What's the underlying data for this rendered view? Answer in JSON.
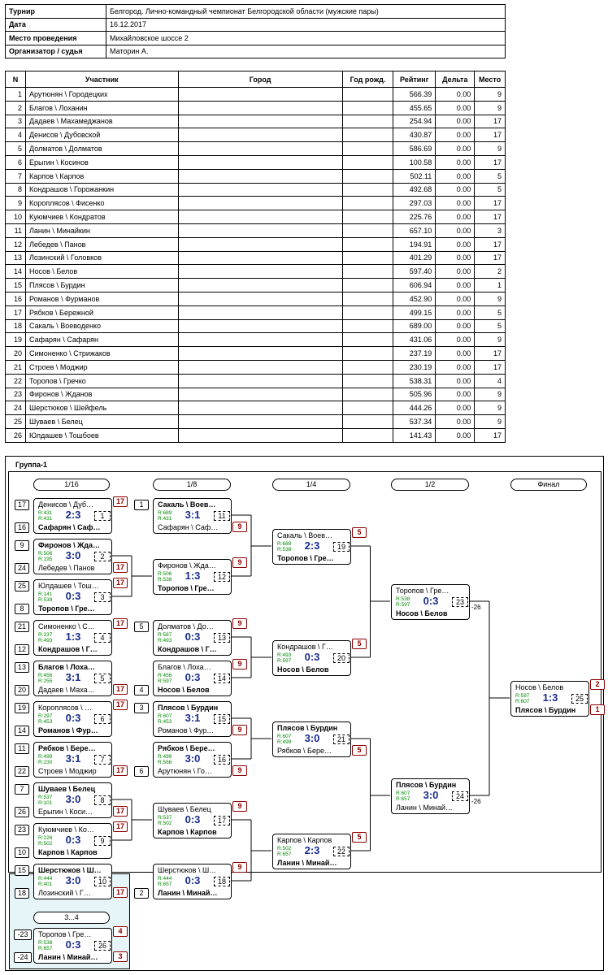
{
  "info": {
    "rows": [
      {
        "label": "Турнир",
        "value": "Белгород. Лично-командный чемпионат Белгородской области (мужские пары)"
      },
      {
        "label": "Дата",
        "value": "16.12.2017"
      },
      {
        "label": "Место проведения",
        "value": "Михайловское шоссе 2"
      },
      {
        "label": "Организатор / судья",
        "value": "Маторин А."
      }
    ]
  },
  "participants": {
    "headers": [
      "N",
      "Участник",
      "Город",
      "Год рожд.",
      "Рейтинг",
      "Дельта",
      "Место"
    ],
    "rows": [
      [
        "1",
        "Арутюнян \\ Городецких",
        "",
        "",
        "566.39",
        "0.00",
        "9"
      ],
      [
        "2",
        "Благов \\ Лоханин",
        "",
        "",
        "455.65",
        "0.00",
        "9"
      ],
      [
        "3",
        "Дадаев \\ Махамеджанов",
        "",
        "",
        "254.94",
        "0.00",
        "17"
      ],
      [
        "4",
        "Денисов \\ Дубовской",
        "",
        "",
        "430.87",
        "0.00",
        "17"
      ],
      [
        "5",
        "Долматов \\ Долматов",
        "",
        "",
        "586.69",
        "0.00",
        "9"
      ],
      [
        "6",
        "Ерыгин \\ Косинов",
        "",
        "",
        "100.58",
        "0.00",
        "17"
      ],
      [
        "7",
        "Карпов \\ Карпов",
        "",
        "",
        "502.11",
        "0.00",
        "5"
      ],
      [
        "8",
        "Кондрашов \\ Горожанкин",
        "",
        "",
        "492.68",
        "0.00",
        "5"
      ],
      [
        "9",
        "Короплясов \\ Фисенко",
        "",
        "",
        "297.03",
        "0.00",
        "17"
      ],
      [
        "10",
        "Куюмчиев \\ Кондратов",
        "",
        "",
        "225.76",
        "0.00",
        "17"
      ],
      [
        "11",
        "Ланин \\ Минайкин",
        "",
        "",
        "657.10",
        "0.00",
        "3"
      ],
      [
        "12",
        "Лебедев \\ Панов",
        "",
        "",
        "194.91",
        "0.00",
        "17"
      ],
      [
        "13",
        "Лозинский \\ Головков",
        "",
        "",
        "401.29",
        "0.00",
        "17"
      ],
      [
        "14",
        "Носов \\ Белов",
        "",
        "",
        "597.40",
        "0.00",
        "2"
      ],
      [
        "15",
        "Плясов \\ Бурдин",
        "",
        "",
        "606.94",
        "0.00",
        "1"
      ],
      [
        "16",
        "Романов \\ Фурманов",
        "",
        "",
        "452.90",
        "0.00",
        "9"
      ],
      [
        "17",
        "Рябков \\ Бережной",
        "",
        "",
        "499.15",
        "0.00",
        "5"
      ],
      [
        "18",
        "Сакаль \\ Воеводенко",
        "",
        "",
        "689.00",
        "0.00",
        "5"
      ],
      [
        "19",
        "Сафарян \\ Сафарян",
        "",
        "",
        "431.06",
        "0.00",
        "9"
      ],
      [
        "20",
        "Симоненко \\ Стрижаков",
        "",
        "",
        "237.19",
        "0.00",
        "17"
      ],
      [
        "21",
        "Строев \\ Моджир",
        "",
        "",
        "230.19",
        "0.00",
        "17"
      ],
      [
        "22",
        "Торопов \\ Гречко",
        "",
        "",
        "538.31",
        "0.00",
        "4"
      ],
      [
        "23",
        "Фиронов \\ Жданов",
        "",
        "",
        "505.96",
        "0.00",
        "9"
      ],
      [
        "24",
        "Шерстюков \\ Шейфель",
        "",
        "",
        "444.26",
        "0.00",
        "9"
      ],
      [
        "25",
        "Шуваев \\ Белец",
        "",
        "",
        "537.34",
        "0.00",
        "9"
      ],
      [
        "26",
        "Юлдашев \\ Тошбоев",
        "",
        "",
        "141.43",
        "0.00",
        "17"
      ]
    ]
  },
  "group": {
    "title": "Группа-1",
    "rounds": [
      "1/16",
      "1/8",
      "1/4",
      "1/2",
      "Финал"
    ],
    "consolation_title": "3...4",
    "matches": [
      {
        "id": "m1",
        "num": "1",
        "p1": "Денисов \\ Дуб…",
        "p2": "Сафарян \\ Саф…",
        "r1": "R:431",
        "r2": "R:431",
        "score": "2:3",
        "win": 2
      },
      {
        "id": "m2",
        "num": "2",
        "p1": "Фиронов \\ Жда…",
        "p2": "Лебедев \\ Панов",
        "r1": "R:506",
        "r2": "R:195",
        "score": "3:0",
        "win": 1
      },
      {
        "id": "m3",
        "num": "3",
        "p1": "Юлдашев \\ Тош…",
        "p2": "Торопов \\ Гре…",
        "r1": "R:141",
        "r2": "R:538",
        "score": "0:3",
        "win": 2
      },
      {
        "id": "m4",
        "num": "4",
        "p1": "Симоненко \\ С…",
        "p2": "Кондрашов \\ Г…",
        "r1": "R:237",
        "r2": "R:493",
        "score": "1:3",
        "win": 2
      },
      {
        "id": "m5",
        "num": "5",
        "p1": "Благов \\ Лоха…",
        "p2": "Дадаев \\ Маха…",
        "r1": "R:456",
        "r2": "R:255",
        "score": "3:1",
        "win": 1
      },
      {
        "id": "m6",
        "num": "6",
        "p1": "Короплясов \\ …",
        "p2": "Романов \\ Фур…",
        "r1": "R:297",
        "r2": "R:453",
        "score": "0:3",
        "win": 2
      },
      {
        "id": "m7",
        "num": "7",
        "p1": "Рябков \\ Бере…",
        "p2": "Строев \\ Моджир",
        "r1": "R:499",
        "r2": "R:230",
        "score": "3:1",
        "win": 1
      },
      {
        "id": "m8",
        "num": "8",
        "p1": "Шуваев \\ Белец",
        "p2": "Ерыгин \\ Коси…",
        "r1": "R:537",
        "r2": "R:101",
        "score": "3:0",
        "win": 1
      },
      {
        "id": "m9",
        "num": "9",
        "p1": "Куюмчиев \\ Ко…",
        "p2": "Карпов \\ Карпов",
        "r1": "R:226",
        "r2": "R:502",
        "score": "0:3",
        "win": 2
      },
      {
        "id": "m10",
        "num": "10",
        "p1": "Шерстюков \\ Ш…",
        "p2": "Лозинский \\ Г…",
        "r1": "R:444",
        "r2": "R:401",
        "score": "3:0",
        "win": 1
      },
      {
        "id": "m11",
        "num": "11",
        "p1": "Сакаль \\ Воев…",
        "p2": "Сафарян \\ Саф…",
        "r1": "R:689",
        "r2": "R:431",
        "score": "3:1",
        "win": 1
      },
      {
        "id": "m12",
        "num": "12",
        "p1": "Фиронов \\ Жда…",
        "p2": "Торопов \\ Гре…",
        "r1": "R:506",
        "r2": "R:538",
        "score": "1:3",
        "win": 2
      },
      {
        "id": "m13",
        "num": "13",
        "p1": "Долматов \\ До…",
        "p2": "Кондрашов \\ Г…",
        "r1": "R:587",
        "r2": "R:493",
        "score": "0:3",
        "win": 2
      },
      {
        "id": "m14",
        "num": "14",
        "p1": "Благов \\ Лоха…",
        "p2": "Носов \\ Белов",
        "r1": "R:456",
        "r2": "R:597",
        "score": "0:3",
        "win": 2
      },
      {
        "id": "m15",
        "num": "15",
        "p1": "Плясов \\ Бурдин",
        "p2": "Романов \\ Фур…",
        "r1": "R:607",
        "r2": "R:453",
        "score": "3:1",
        "win": 1
      },
      {
        "id": "m16",
        "num": "16",
        "p1": "Рябков \\ Бере…",
        "p2": "Арутюнян \\ Го…",
        "r1": "R:499",
        "r2": "R:566",
        "score": "3:0",
        "win": 1
      },
      {
        "id": "m17",
        "num": "17",
        "p1": "Шуваев \\ Белец",
        "p2": "Карпов \\ Карпов",
        "r1": "R:537",
        "r2": "R:502",
        "score": "0:3",
        "win": 2
      },
      {
        "id": "m18",
        "num": "18",
        "p1": "Шерстюков \\ Ш…",
        "p2": "Ланин \\ Минай…",
        "r1": "R:444",
        "r2": "R:657",
        "score": "0:3",
        "win": 2
      },
      {
        "id": "m19",
        "num": "19",
        "p1": "Сакаль \\ Воев…",
        "p2": "Торопов \\ Гре…",
        "r1": "R:689",
        "r2": "R:538",
        "score": "2:3",
        "win": 2
      },
      {
        "id": "m20",
        "num": "20",
        "p1": "Кондрашов \\ Г…",
        "p2": "Носов \\ Белов",
        "r1": "R:493",
        "r2": "R:597",
        "score": "0:3",
        "win": 2
      },
      {
        "id": "m21",
        "num": "21",
        "p1": "Плясов \\ Бурдин",
        "p2": "Рябков \\ Бере…",
        "r1": "R:607",
        "r2": "R:499",
        "score": "3:0",
        "win": 1
      },
      {
        "id": "m22",
        "num": "22",
        "p1": "Карпов \\ Карпов",
        "p2": "Ланин \\ Минай…",
        "r1": "R:502",
        "r2": "R:657",
        "score": "2:3",
        "win": 2
      },
      {
        "id": "m23",
        "num": "23",
        "p1": "Торопов \\ Гре…",
        "p2": "Носов \\ Белов",
        "r1": "R:538",
        "r2": "R:597",
        "score": "0:3",
        "win": 2
      },
      {
        "id": "m24",
        "num": "24",
        "p1": "Плясов \\ Бурдин",
        "p2": "Ланин \\ Минай…",
        "r1": "R:607",
        "r2": "R:657",
        "score": "3:0",
        "win": 1
      },
      {
        "id": "m25",
        "num": "25",
        "p1": "Носов \\ Белов",
        "p2": "Плясов \\ Бурдин",
        "r1": "R:597",
        "r2": "R:607",
        "score": "1:3",
        "win": 2
      },
      {
        "id": "m26",
        "num": "26",
        "p1": "Торопов \\ Гре…",
        "p2": "Ланин \\ Минай…",
        "r1": "R:538",
        "r2": "R:657",
        "score": "0:3",
        "win": 2
      }
    ],
    "seeds": {
      "m1": [
        "17",
        "16"
      ],
      "m2": [
        "9",
        "24"
      ],
      "m3": [
        "25",
        "8"
      ],
      "m4": [
        "21",
        "12"
      ],
      "m5": [
        "13",
        "20"
      ],
      "m6": [
        "19",
        "14"
      ],
      "m7": [
        "11",
        "22"
      ],
      "m8": [
        "7",
        "26"
      ],
      "m9": [
        "23",
        "10"
      ],
      "m10": [
        "15",
        "18"
      ],
      "m11": [
        "1",
        ""
      ],
      "m12": [
        "",
        ""
      ],
      "m13": [
        "5",
        ""
      ],
      "m14": [
        "",
        "4"
      ],
      "m15": [
        "3",
        ""
      ],
      "m16": [
        "",
        "6"
      ],
      "m17": [
        "",
        ""
      ],
      "m18": [
        "",
        "2"
      ],
      "m26": [
        "-23",
        "-24"
      ]
    },
    "places": {
      "m1": [
        "17",
        ""
      ],
      "m2": [
        "",
        "17"
      ],
      "m3": [
        "17",
        ""
      ],
      "m4": [
        "17",
        ""
      ],
      "m5": [
        "",
        "17"
      ],
      "m6": [
        "17",
        ""
      ],
      "m7": [
        "",
        "17"
      ],
      "m8": [
        "",
        "17"
      ],
      "m9": [
        "17",
        ""
      ],
      "m10": [
        "",
        "17"
      ],
      "m11": [
        "",
        "9"
      ],
      "m12": [
        "9",
        ""
      ],
      "m13": [
        "9",
        ""
      ],
      "m14": [
        "9",
        ""
      ],
      "m15": [
        "",
        "9"
      ],
      "m16": [
        "",
        "9"
      ],
      "m17": [
        "9",
        ""
      ],
      "m18": [
        "9",
        ""
      ],
      "m19": [
        "5",
        ""
      ],
      "m20": [
        "5",
        ""
      ],
      "m21": [
        "",
        "5"
      ],
      "m22": [
        "5",
        ""
      ],
      "m25": [
        "2",
        "1"
      ],
      "m26": [
        "4",
        "3"
      ]
    },
    "losers_to": {
      "m23": "-26",
      "m24": "-26"
    }
  }
}
